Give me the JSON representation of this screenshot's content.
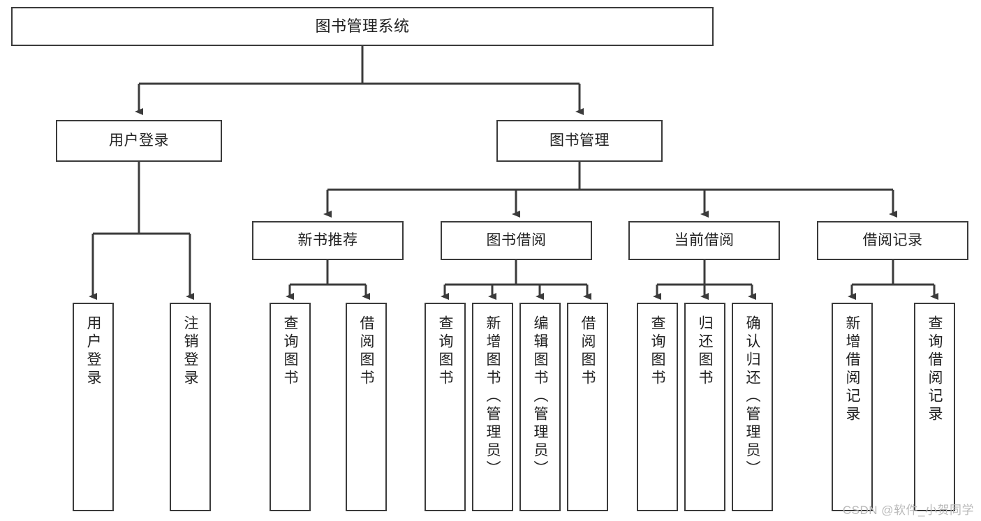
{
  "diagram": {
    "title": "图书管理系统",
    "root": {
      "label": "图书管理系统"
    },
    "level2": [
      {
        "label": "用户登录"
      },
      {
        "label": "图书管理"
      }
    ],
    "level3": [
      {
        "label": "新书推荐"
      },
      {
        "label": "图书借阅"
      },
      {
        "label": "当前借阅"
      },
      {
        "label": "借阅记录"
      }
    ],
    "leaves": {
      "user_login": [
        {
          "label": "用户登录"
        },
        {
          "label": "注销登录"
        }
      ],
      "new_book": [
        {
          "label": "查询图书"
        },
        {
          "label": "借阅图书"
        }
      ],
      "borrow_book": [
        {
          "label": "查询图书"
        },
        {
          "label": "新增图书（管理员）"
        },
        {
          "label": "编辑图书（管理员）"
        },
        {
          "label": "借阅图书"
        }
      ],
      "current_borrow": [
        {
          "label": "查询图书"
        },
        {
          "label": "归还图书"
        },
        {
          "label": "确认归还（管理员）"
        }
      ],
      "borrow_record": [
        {
          "label": "新增借阅记录"
        },
        {
          "label": "查询借阅记录"
        }
      ]
    }
  },
  "watermark": {
    "text": "CSDN @软件_小贺同学"
  },
  "colors": {
    "stroke": "#3b3b3b",
    "text": "#222222",
    "background": "#ffffff",
    "watermark": "#b9b9b9"
  }
}
